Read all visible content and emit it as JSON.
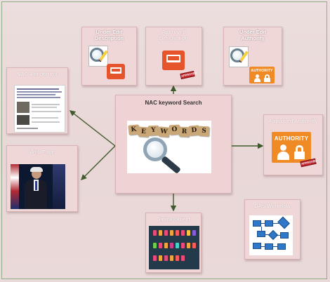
{
  "nodes": {
    "center": {
      "title": "NAC keyword Search"
    },
    "under_edit_description": {
      "title_line1": "Under Edit",
      "title_line2": "Description"
    },
    "approved_description": {
      "title_line1": "Approved",
      "title_line2": "Description"
    },
    "under_edit_authority": {
      "title_line1": "Under Edit",
      "title_line2": "Authority"
    },
    "nac_annotation": {
      "title": "NAC Annotation"
    },
    "approved_authority": {
      "title": "Approved Authority"
    },
    "web_page": {
      "title": "Web Page"
    },
    "digital_object": {
      "title": "Digital Object"
    },
    "das_workflow": {
      "title": "DAS Workflow"
    }
  },
  "keyword_tiles": [
    "K",
    "E",
    "Y",
    "W",
    "O",
    "R",
    "D",
    "S"
  ],
  "authority_label": "AUTHORITY",
  "stamp_label": "APPROVED",
  "colors": {
    "node_fill": "#efd7d8",
    "arrow": "#3f5a2c",
    "orange": "#f08a24",
    "stamp": "#c2272d"
  },
  "icons": [
    "magnifier-icon",
    "pencil-icon",
    "document-icon",
    "authority-icon",
    "lock-icon",
    "workflow-icon"
  ]
}
